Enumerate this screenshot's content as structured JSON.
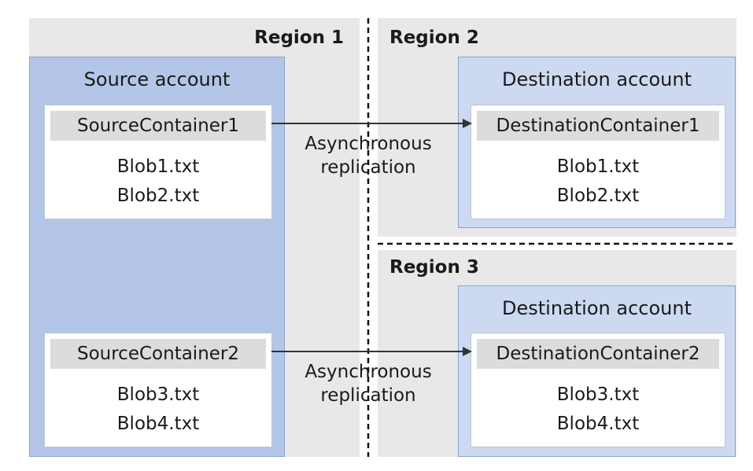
{
  "regions": {
    "region1": "Region 1",
    "region2": "Region 2",
    "region3": "Region 3"
  },
  "source_account": {
    "title": "Source account",
    "containers": [
      {
        "name": "SourceContainer1",
        "blobs": [
          "Blob1.txt",
          "Blob2.txt"
        ]
      },
      {
        "name": "SourceContainer2",
        "blobs": [
          "Blob3.txt",
          "Blob4.txt"
        ]
      }
    ]
  },
  "destination_accounts": [
    {
      "title": "Destination account",
      "container": {
        "name": "DestinationContainer1",
        "blobs": [
          "Blob1.txt",
          "Blob2.txt"
        ]
      }
    },
    {
      "title": "Destination account",
      "container": {
        "name": "DestinationContainer2",
        "blobs": [
          "Blob3.txt",
          "Blob4.txt"
        ]
      }
    }
  ],
  "replication_labels": [
    {
      "line1": "Asynchronous",
      "line2": "replication"
    },
    {
      "line1": "Asynchronous",
      "line2": "replication"
    }
  ],
  "colors": {
    "region_background": "#e8e8e8",
    "source_account_fill": "#b3c6e7",
    "destination_account_fill": "#cdd9f0",
    "container_header_fill": "#dcdcdc",
    "arrow": "#333333"
  }
}
